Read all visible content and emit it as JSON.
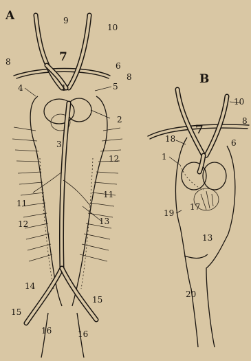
{
  "panel_a": {
    "letter": "A",
    "labels": {
      "l1": "1",
      "l2": "2",
      "l3": "3",
      "l4": "4",
      "l5": "5",
      "l6": "6",
      "l7": "7",
      "l8a": "8",
      "l8b": "8",
      "l9": "9",
      "l10": "10",
      "l11a": "11",
      "l11b": "11",
      "l12a": "12",
      "l12b": "12",
      "l13": "13",
      "l14": "14",
      "l15a": "15",
      "l15b": "15",
      "l16a": "16",
      "l16b": "16"
    }
  },
  "panel_b": {
    "letter": "B",
    "labels": {
      "l1": "1",
      "l6": "6",
      "l7": "7",
      "l8": "8",
      "l10": "10",
      "l13": "13",
      "l17": "17",
      "l18": "18",
      "l19": "19",
      "l20": "20"
    }
  }
}
